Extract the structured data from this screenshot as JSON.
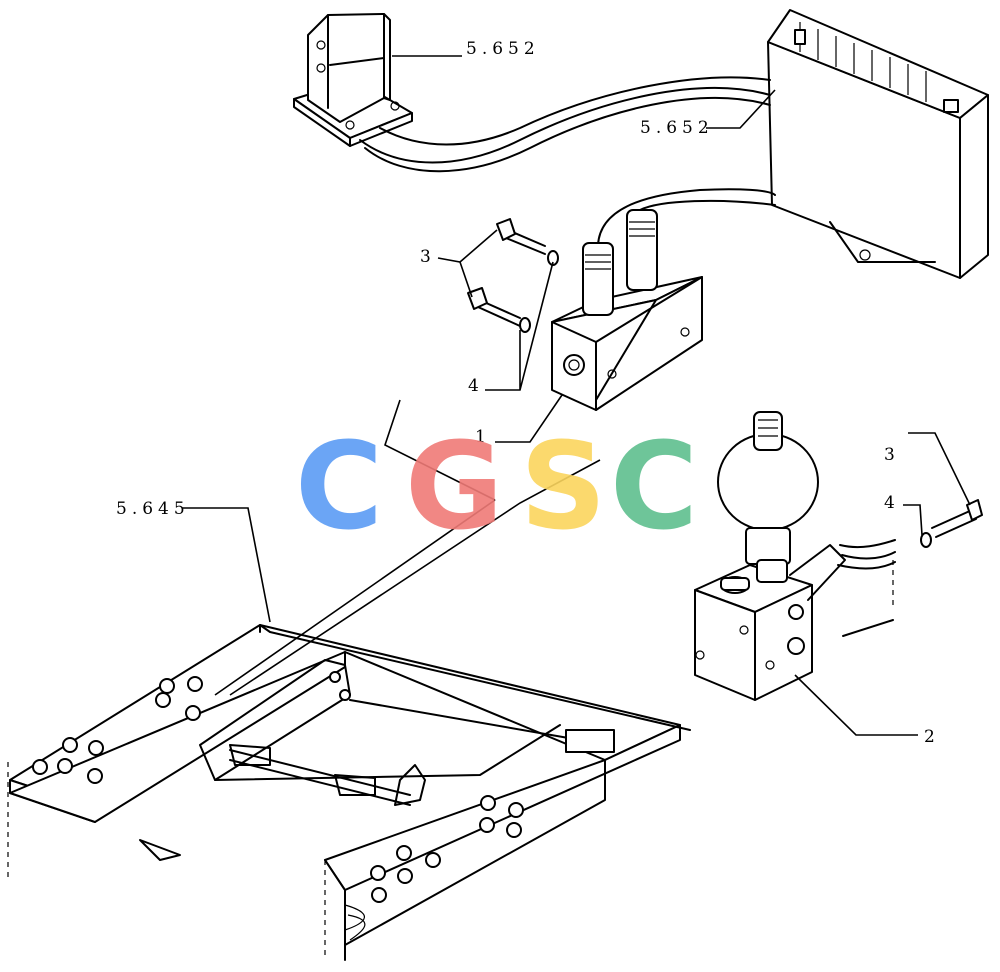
{
  "labels": {
    "label_5652_top": "5.652",
    "label_5652_mid": "5.652",
    "label_5645": "5.645",
    "label_1": "1",
    "label_2": "2",
    "label_3_left": "3",
    "label_4_left": "4",
    "label_3_right": "3",
    "label_4_right": "4"
  },
  "watermark": {
    "letters": [
      "C",
      "G",
      "S",
      "C"
    ],
    "colors": [
      "#5b9cf5",
      "#f07b77",
      "#fbd55e",
      "#5fbf8f"
    ]
  }
}
